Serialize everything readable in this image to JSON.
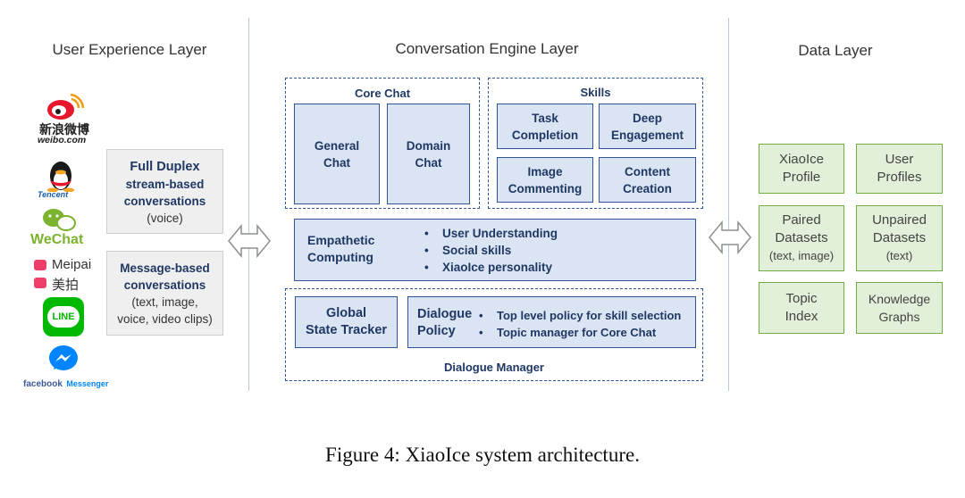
{
  "layers": {
    "user_experience": "User Experience Layer",
    "conversation_engine": "Conversation Engine Layer",
    "data": "Data Layer"
  },
  "logos": {
    "weibo": {
      "cn": "新浪微博",
      "url": "weibo.com"
    },
    "qq": {
      "label": "Tencent"
    },
    "wechat": {
      "label": "WeChat"
    },
    "meipai": {
      "en": "Meipai",
      "cn": "美拍"
    },
    "line": {
      "label": "LINE"
    },
    "messenger": {
      "brand": "facebook",
      "label": "Messenger"
    }
  },
  "ux_boxes": {
    "full_duplex": {
      "title": "Full Duplex",
      "l1": "stream-based",
      "l2": "conversations",
      "l3": "(voice)"
    },
    "message_based": {
      "l1": "Message-based",
      "l2": "conversations",
      "l3": "(text, image,",
      "l4": "voice, video clips)"
    }
  },
  "core_chat": {
    "label": "Core Chat",
    "general": [
      "General",
      "Chat"
    ],
    "domain": [
      "Domain",
      "Chat"
    ]
  },
  "skills": {
    "label": "Skills",
    "task": [
      "Task",
      "Completion"
    ],
    "deep": [
      "Deep",
      "Engagement"
    ],
    "image": [
      "Image",
      "Commenting"
    ],
    "content": [
      "Content",
      "Creation"
    ]
  },
  "empathetic": {
    "title": [
      "Empathetic",
      "Computing"
    ],
    "bullets": [
      "User Understanding",
      "Social skills",
      "XiaoIce personality"
    ]
  },
  "dialogue_manager": {
    "label": "Dialogue Manager",
    "tracker": [
      "Global",
      "State Tracker"
    ],
    "policy": [
      "Dialogue",
      "Policy"
    ],
    "bullets": [
      "Top level policy for skill selection",
      "Topic manager for Core Chat"
    ]
  },
  "data_boxes": {
    "xiaoice_profile": [
      "XiaoIce",
      "Profile"
    ],
    "user_profiles": [
      "User",
      "Profiles"
    ],
    "paired": [
      "Paired",
      "Datasets",
      "(text, image)"
    ],
    "unpaired": [
      "Unpaired",
      "Datasets",
      "(text)"
    ],
    "topic": [
      "Topic",
      "Index"
    ],
    "knowledge": [
      "Knowledge",
      "Graphs"
    ]
  },
  "caption": "Figure 4: XiaoIce system architecture.",
  "colors": {
    "blue_fill": "#dbe4f2",
    "blue_border": "#2e5597",
    "green_fill": "#e2efd9",
    "green_border": "#70ad47"
  }
}
